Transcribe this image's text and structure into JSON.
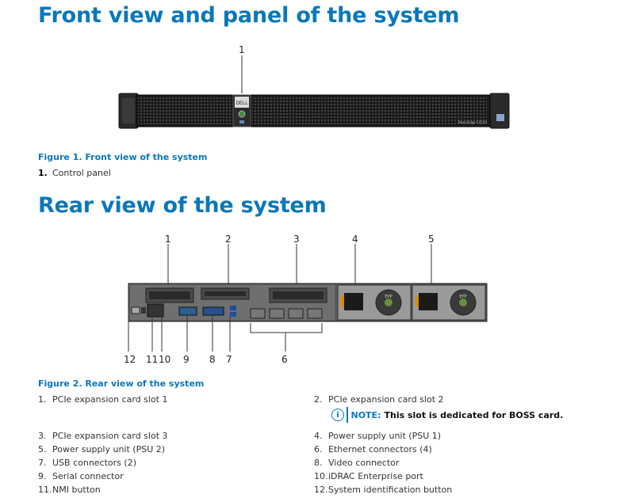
{
  "front": {
    "title": "Front view and panel of the system",
    "callout": "1",
    "badge_text": "PowerEdge C4140",
    "caption": "Figure 1. Front view of the system",
    "items": [
      {
        "num": "1.",
        "label": "Control panel"
      }
    ]
  },
  "rear": {
    "title": "Rear view of the system",
    "callouts_top": [
      "1",
      "2",
      "3",
      "4",
      "5"
    ],
    "callouts_bottom": [
      "12",
      "11",
      "10",
      "9",
      "8",
      "7",
      "6"
    ],
    "psu_label": "EPP",
    "caption": "Figure 2. Rear view of the system",
    "items": [
      {
        "num": "1.",
        "label": "PCIe expansion card slot 1"
      },
      {
        "num": "2.",
        "label": "PCIe expansion card slot 2"
      },
      {
        "num": "3.",
        "label": "PCIe expansion card slot 3"
      },
      {
        "num": "4.",
        "label": "Power supply unit (PSU 1)"
      },
      {
        "num": "5.",
        "label": "Power supply unit (PSU 2)"
      },
      {
        "num": "6.",
        "label": "Ethernet connectors (4)"
      },
      {
        "num": "7.",
        "label": "USB connectors (2)"
      },
      {
        "num": "8.",
        "label": "Video connector"
      },
      {
        "num": "9.",
        "label": "Serial connector"
      },
      {
        "num": "10.",
        "label": "iDRAC Enterprise port"
      },
      {
        "num": "11.",
        "label": "NMI button"
      },
      {
        "num": "12.",
        "label": "System identification button"
      }
    ],
    "note": {
      "icon": "info-icon",
      "label": "NOTE:",
      "text": "This slot is dedicated for BOSS card."
    }
  }
}
